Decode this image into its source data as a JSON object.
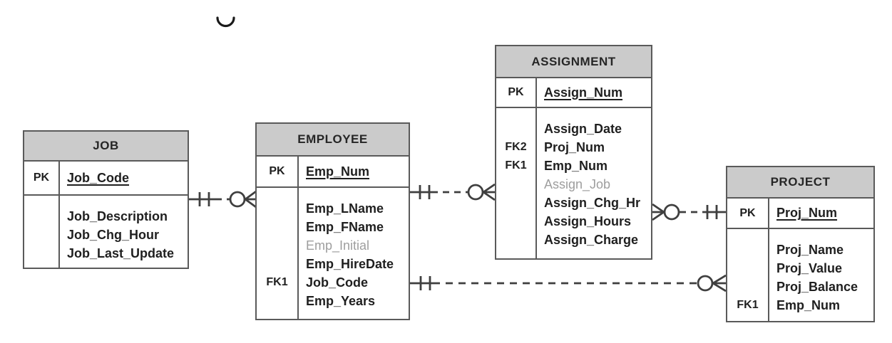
{
  "colors": {
    "entity_header_fill": "#cbcbcb",
    "entity_border": "#5a5a5a",
    "text": "#1f1f1f",
    "optional_attribute_text": "#9e9e9e",
    "relationship_line": "#3f3f3f"
  },
  "entities": [
    {
      "name": "JOB",
      "pk": {
        "key": "PK",
        "name": "Job_Code"
      },
      "attributes": [
        {
          "key": "",
          "name": "Job_Description"
        },
        {
          "key": "",
          "name": "Job_Chg_Hour"
        },
        {
          "key": "",
          "name": "Job_Last_Update"
        }
      ]
    },
    {
      "name": "EMPLOYEE",
      "pk": {
        "key": "PK",
        "name": "Emp_Num"
      },
      "attributes": [
        {
          "key": "",
          "name": "Emp_LName"
        },
        {
          "key": "",
          "name": "Emp_FName"
        },
        {
          "key": "",
          "name": "Emp_Initial",
          "optional": true
        },
        {
          "key": "",
          "name": "Emp_HireDate"
        },
        {
          "key": "FK1",
          "name": "Job_Code"
        },
        {
          "key": "",
          "name": "Emp_Years"
        }
      ]
    },
    {
      "name": "ASSIGNMENT",
      "pk": {
        "key": "PK",
        "name": "Assign_Num"
      },
      "attributes": [
        {
          "key": "",
          "name": "Assign_Date"
        },
        {
          "key": "FK2",
          "name": "Proj_Num"
        },
        {
          "key": "FK1",
          "name": "Emp_Num"
        },
        {
          "key": "",
          "name": "Assign_Job",
          "optional": true
        },
        {
          "key": "",
          "name": "Assign_Chg_Hr"
        },
        {
          "key": "",
          "name": "Assign_Hours"
        },
        {
          "key": "",
          "name": "Assign_Charge"
        }
      ]
    },
    {
      "name": "PROJECT",
      "pk": {
        "key": "PK",
        "name": "Proj_Num"
      },
      "attributes": [
        {
          "key": "",
          "name": "Proj_Name"
        },
        {
          "key": "",
          "name": "Proj_Value"
        },
        {
          "key": "",
          "name": "Proj_Balance"
        },
        {
          "key": "FK1",
          "name": "Emp_Num"
        }
      ]
    }
  ],
  "relationships": [
    {
      "one_end": "JOB",
      "many_end": "EMPLOYEE",
      "one_icon": "one-tick-icon",
      "many_icon": "zero-or-many-crow-foot-icon",
      "line": "dashed"
    },
    {
      "one_end": "EMPLOYEE",
      "many_end": "ASSIGNMENT",
      "one_icon": "one-tick-icon",
      "many_icon": "zero-or-many-crow-foot-icon",
      "line": "dashed"
    },
    {
      "one_end": "PROJECT",
      "many_end": "ASSIGNMENT",
      "one_icon": "one-tick-icon",
      "many_icon": "zero-or-many-crow-foot-icon",
      "line": "dashed"
    },
    {
      "one_end": "EMPLOYEE",
      "many_end": "PROJECT",
      "one_icon": "one-tick-icon",
      "many_icon": "zero-or-many-crow-foot-icon",
      "line": "dashed"
    }
  ],
  "artifacts": [
    "clipped-circle-glyph"
  ]
}
